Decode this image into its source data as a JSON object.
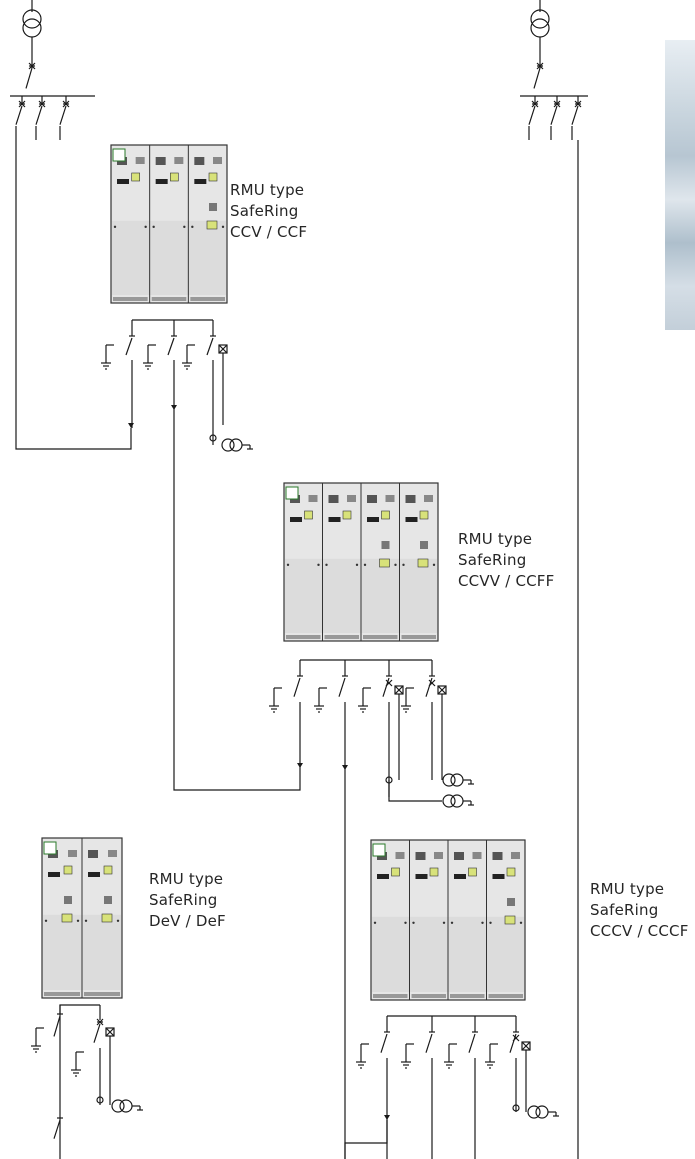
{
  "labels": {
    "unit1": {
      "l1": "RMU type",
      "l2": "SafeRing",
      "l3": "CCV / CCF"
    },
    "unit2": {
      "l1": "RMU type",
      "l2": "SafeRing",
      "l3": "CCVV / CCFF"
    },
    "unit3": {
      "l1": "RMU type",
      "l2": "SafeRing",
      "l3": "DeV / DeF"
    },
    "unit4": {
      "l1": "RMU type",
      "l2": "SafeRing",
      "l3": "CCCV / CCCF"
    }
  },
  "units": [
    {
      "id": "unit1",
      "modules": [
        "C",
        "C",
        "V"
      ]
    },
    {
      "id": "unit2",
      "modules": [
        "C",
        "C",
        "V",
        "V"
      ]
    },
    {
      "id": "unit3",
      "modules": [
        "De",
        "V"
      ]
    },
    {
      "id": "unit4",
      "modules": [
        "C",
        "C",
        "C",
        "V"
      ]
    }
  ],
  "colors": {
    "line": "#1a1a1a",
    "cabinet": "#e6e6e6",
    "panel": "#dcdcdc",
    "indicator": "#d8e27a"
  },
  "icons": [
    "transformer-icon",
    "switch-icon",
    "earth-icon",
    "fuse-icon",
    "current-transformer-icon"
  ]
}
